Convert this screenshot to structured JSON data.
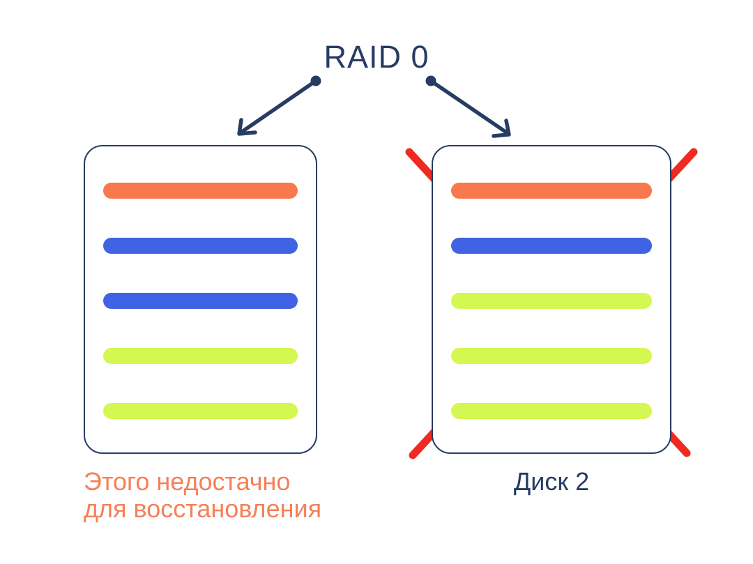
{
  "title": "RAID 0",
  "colors": {
    "background": "#ffffff",
    "navy": "#263c63",
    "orange": "#f8794b",
    "blue": "#3f63e4",
    "green": "#d4f751",
    "red": "#ef2b21",
    "caption_orange": "#f58057"
  },
  "icons": {
    "arrows": [
      "arrow-left-icon",
      "arrow-right-icon"
    ],
    "cross": "cross-out-icon"
  },
  "disks": {
    "left": {
      "bars": [
        "orange",
        "blue",
        "blue",
        "green",
        "green"
      ],
      "caption_lines": [
        "Этого недостачно",
        "для восстановления"
      ]
    },
    "right": {
      "bars": [
        "orange",
        "blue",
        "green",
        "green",
        "green"
      ],
      "caption": "Диск 2",
      "crossed_out": true
    }
  }
}
